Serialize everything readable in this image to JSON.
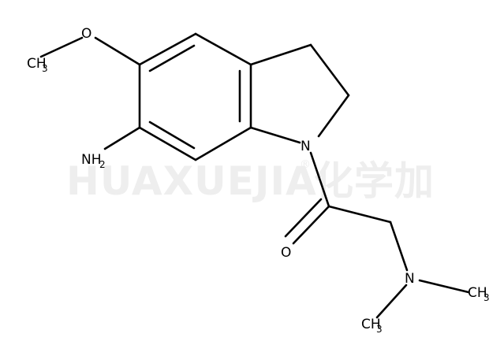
{
  "watermark": {
    "brand": "HUAXUEJIA",
    "registered_mark": "®",
    "chinese": "化学加",
    "color": "#eeeeee"
  },
  "atoms": {
    "o_methoxy": "O",
    "ch3_methoxy": "CH",
    "ch3_methoxy_sub": "3",
    "nh2": "NH",
    "nh2_sub": "2",
    "n_ring": "N",
    "o_carbonyl": "O",
    "n_amine": "N",
    "ch3_right": "CH",
    "ch3_right_sub": "3",
    "ch3_bottom": "CH",
    "ch3_bottom_sub": "3"
  },
  "bond_color": "#000000"
}
